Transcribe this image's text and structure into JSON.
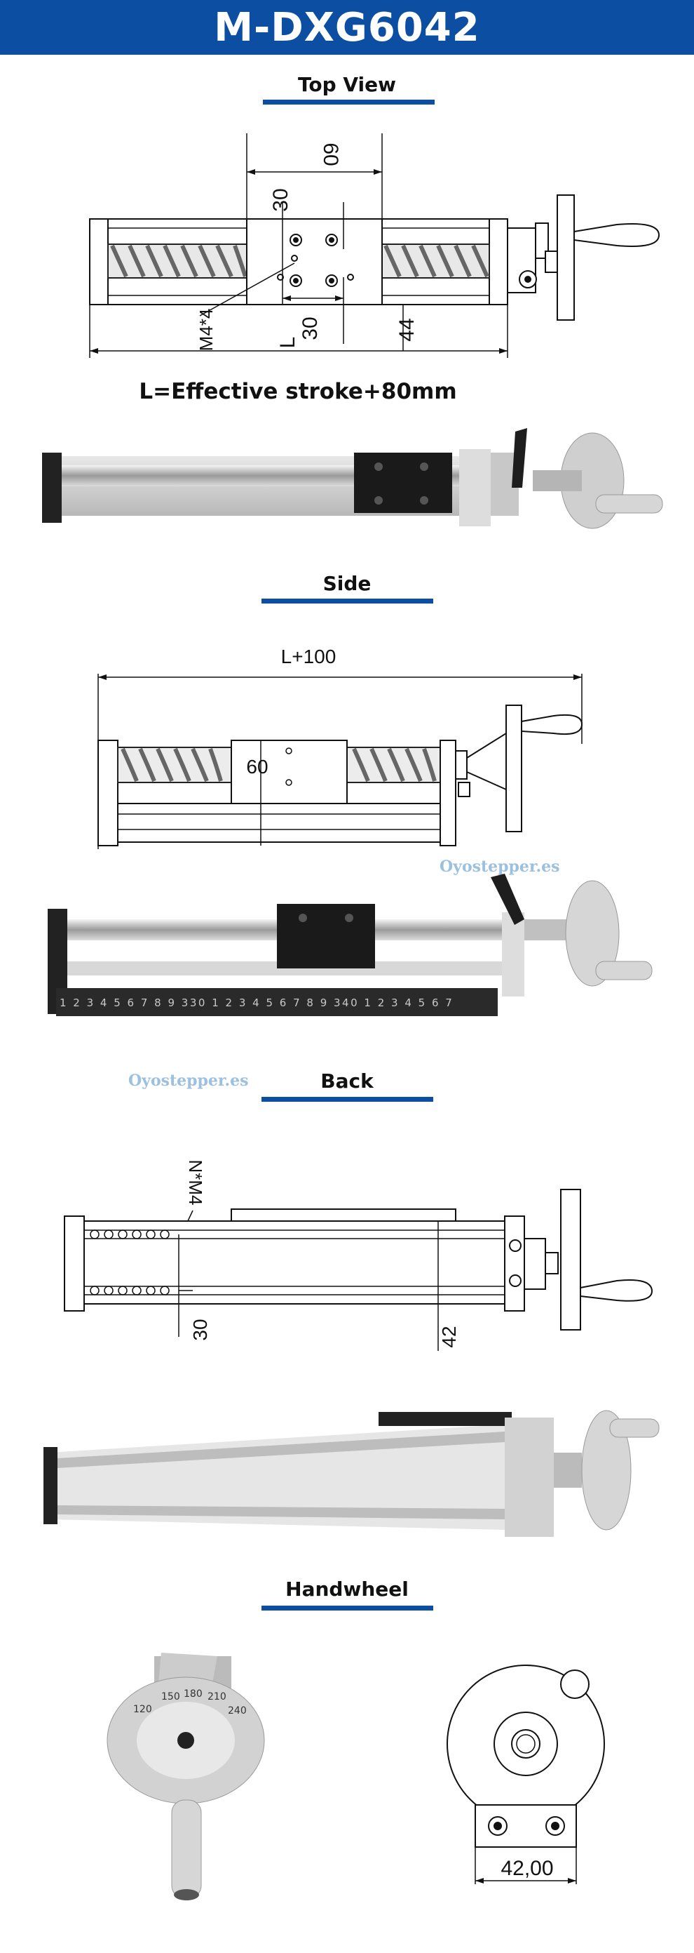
{
  "header": {
    "title": "M-DXG6042"
  },
  "sections": {
    "top_view": "Top View",
    "side": "Side",
    "back": "Back",
    "handwheel": "Handwheel"
  },
  "top_drawing": {
    "dim_60": "60",
    "dim_30_top": "30",
    "dim_30_bottom": "30",
    "dim_44": "44",
    "thread": "M4*4",
    "label_L": "L",
    "formula": "L=Effective stroke+80mm"
  },
  "side_drawing": {
    "dim_length": "L+100",
    "dim_60": "60"
  },
  "side_photo": {
    "scale": "1 2 3 4 5 6 7 8 9 330 1 2 3 4 5 6 7 8 9 340 1 2 3 4 5 6 7"
  },
  "back_drawing": {
    "thread": "N*M4",
    "dim_30": "30",
    "dim_42": "42"
  },
  "handwheel": {
    "dim_42": "42,00",
    "dial_marks": [
      "150",
      "180",
      "210",
      "120",
      "240"
    ]
  },
  "watermarks": {
    "side": "Oyostepper.es",
    "back": "Oyostepper.es"
  }
}
